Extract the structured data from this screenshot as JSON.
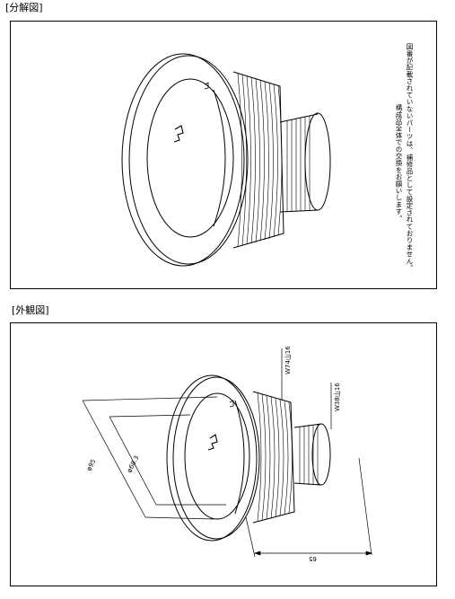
{
  "sections": {
    "exploded": {
      "label": "[分解図]"
    },
    "external": {
      "label": "[外観図]"
    }
  },
  "note": {
    "line1": "図番が記載されていないパーツは、補修品として設定されておりません。",
    "line2": "構成品全体での交換をお願いします。"
  },
  "dimensions": {
    "outer_thread": "W74山16",
    "inner_thread": "W38山16",
    "dia_large": "φ95",
    "dia_small": "φ68.3",
    "length": "65"
  }
}
